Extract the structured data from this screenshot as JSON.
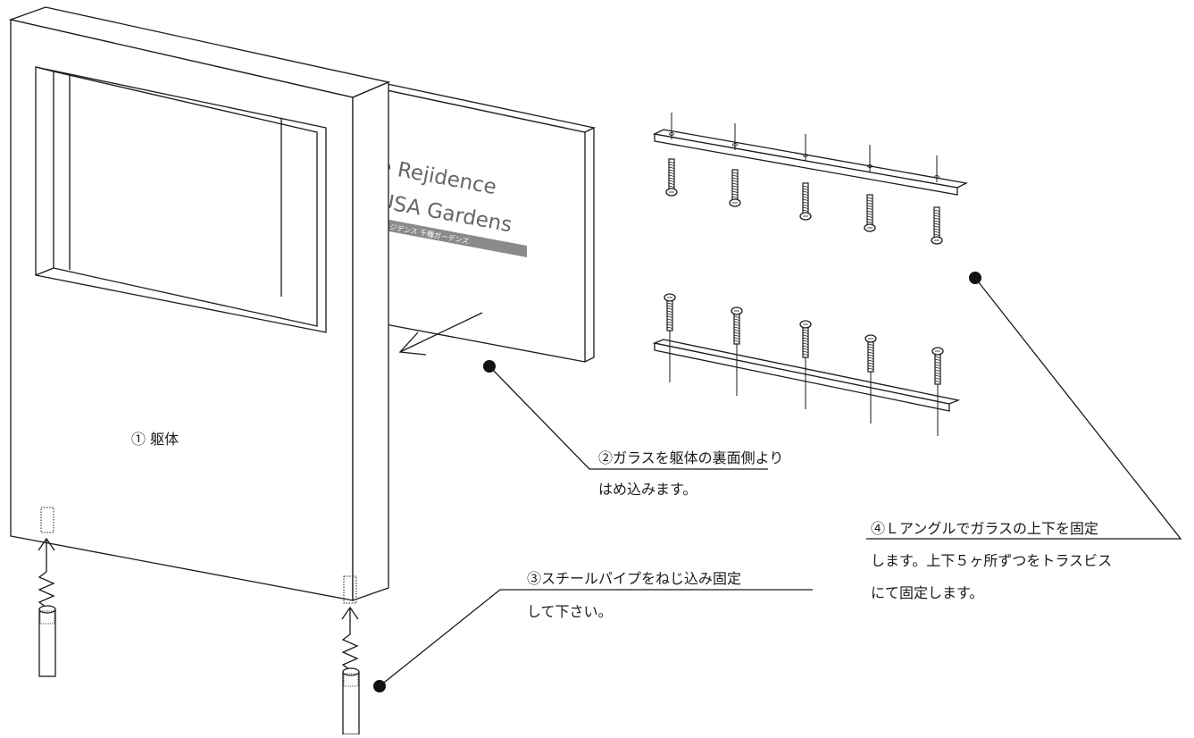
{
  "sign": {
    "line1": "e Rejidence",
    "line2": "USA Gardens",
    "subtitle": "レジデンス 千種ガーデンズ",
    "band_color": "#8a8a8a",
    "text_color": "#666666"
  },
  "labels": {
    "body": "① 躯体",
    "step2_line1": "②ガラスを躯体の裏面側より",
    "step2_line2": "はめ込みます。",
    "step3_line1": "③スチールパイプをねじ込み固定",
    "step3_line2": "して下さい。",
    "step4_line1": "④Ｌアングルでガラスの上下を固定",
    "step4_line2": "します。上下５ヶ所ずつをトラスビス",
    "step4_line3": "にて固定します。"
  },
  "colors": {
    "stroke": "#1a1a1a",
    "background": "#ffffff",
    "marker": "#111111"
  }
}
